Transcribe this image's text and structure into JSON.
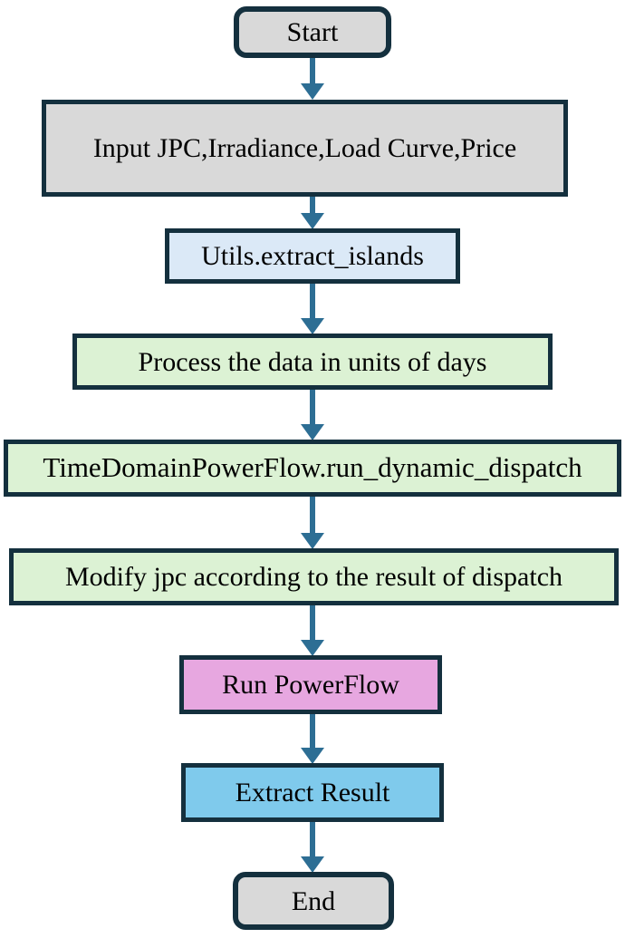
{
  "diagram": {
    "type": "flowchart",
    "direction": "top-to-bottom",
    "nodes": [
      {
        "id": "start",
        "label": "Start",
        "shape": "rounded",
        "fill": "#d9d9d9"
      },
      {
        "id": "input",
        "label": "Input JPC,Irradiance,Load Curve,Price",
        "shape": "rect",
        "fill": "#d9d9d9"
      },
      {
        "id": "utils",
        "label": "Utils.extract_islands",
        "shape": "rect",
        "fill": "#dbe9f7"
      },
      {
        "id": "process",
        "label": "Process the data in units of days",
        "shape": "rect",
        "fill": "#dcf2d4"
      },
      {
        "id": "tdpf",
        "label": "TimeDomainPowerFlow.run_dynamic_dispatch",
        "shape": "rect",
        "fill": "#dcf2d4"
      },
      {
        "id": "modify",
        "label": "Modify jpc according to the result of dispatch",
        "shape": "rect",
        "fill": "#dcf2d4"
      },
      {
        "id": "runpf",
        "label": "Run PowerFlow",
        "shape": "rect",
        "fill": "#e7a7e0"
      },
      {
        "id": "extract",
        "label": "Extract Result",
        "shape": "rect",
        "fill": "#7fcaec"
      },
      {
        "id": "end",
        "label": "End",
        "shape": "rounded",
        "fill": "#d9d9d9"
      }
    ],
    "edges": [
      {
        "from": "start",
        "to": "input"
      },
      {
        "from": "input",
        "to": "utils"
      },
      {
        "from": "utils",
        "to": "process"
      },
      {
        "from": "process",
        "to": "tdpf"
      },
      {
        "from": "tdpf",
        "to": "modify"
      },
      {
        "from": "modify",
        "to": "runpf"
      },
      {
        "from": "runpf",
        "to": "extract"
      },
      {
        "from": "extract",
        "to": "end"
      }
    ],
    "colors": {
      "background": "#ffffff",
      "node_border": "#14303e",
      "arrow": "#2d6e94",
      "text": "#000000",
      "fill_gray": "#d9d9d9",
      "fill_blue": "#dbe9f7",
      "fill_green": "#dcf2d4",
      "fill_pink": "#e7a7e0",
      "fill_sky": "#7fcaec"
    }
  }
}
